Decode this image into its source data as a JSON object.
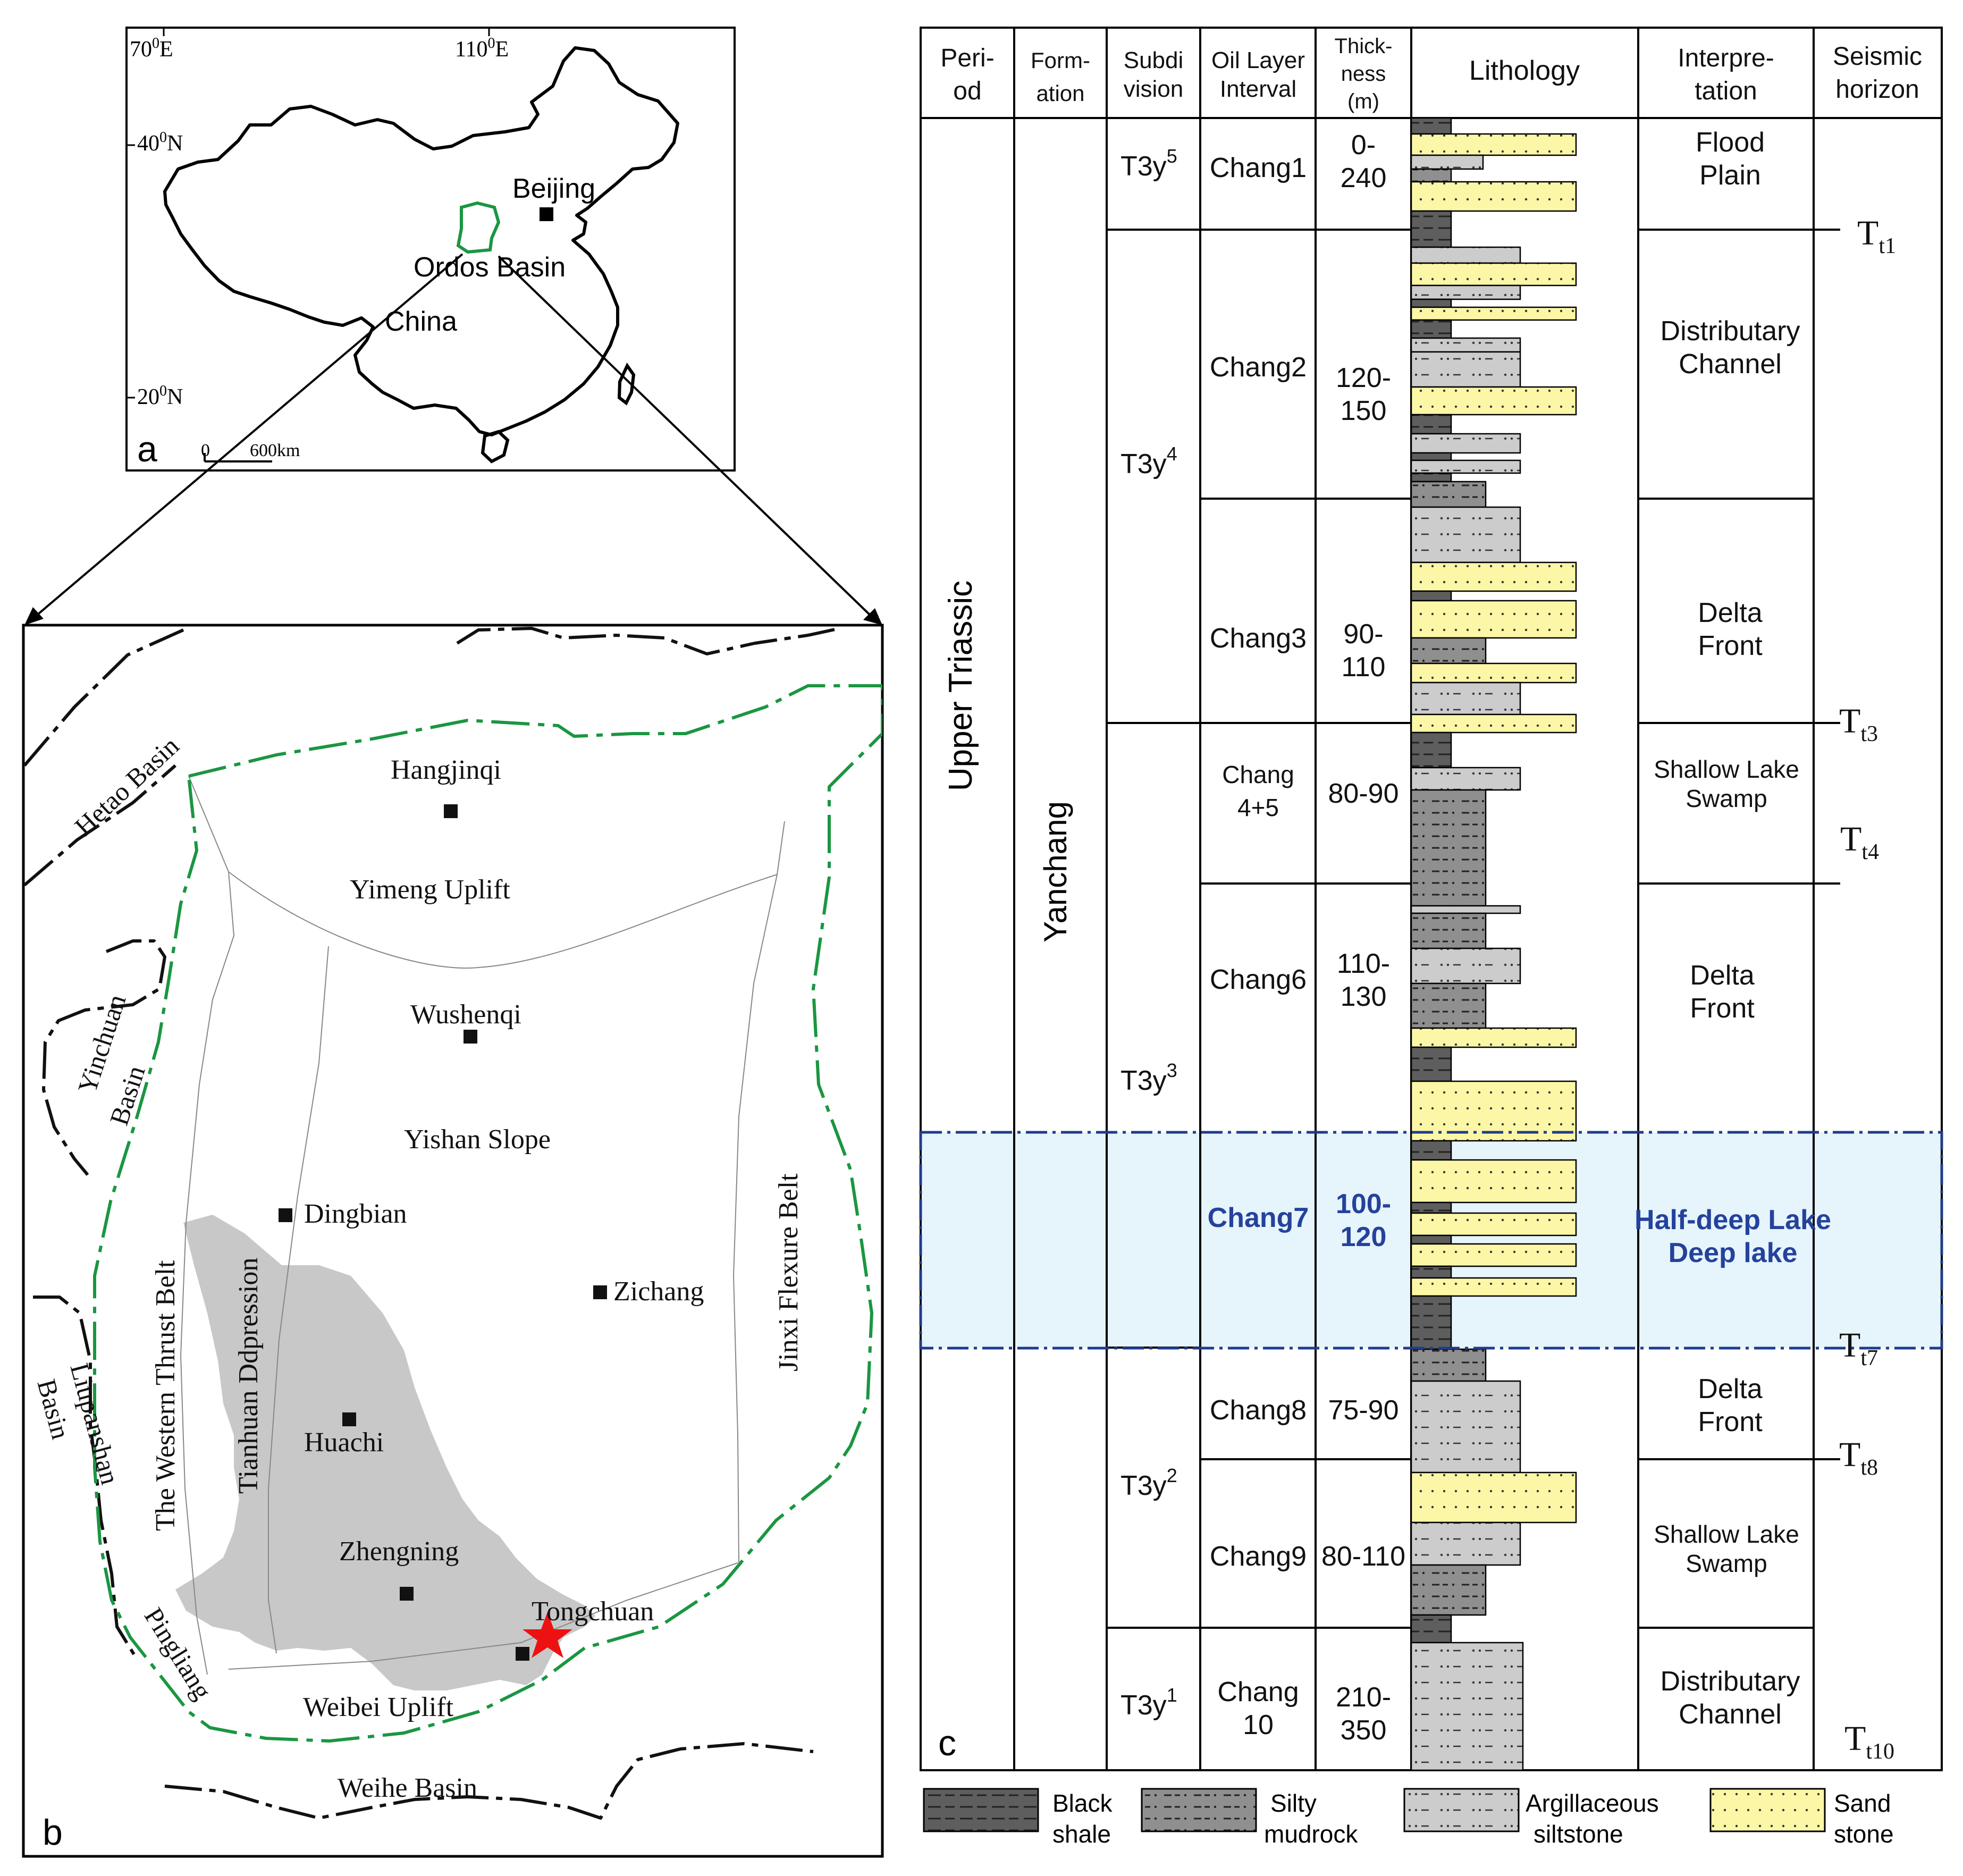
{
  "panel_a": {
    "label": "a",
    "lon1": "70",
    "lon2": "110",
    "lat1": "40",
    "lat2": "20",
    "deg": "0",
    "lon_suffix": "E",
    "lat_suffix": "N",
    "beijing": "Beijing",
    "ordos": "Ordos Basin",
    "china": "China",
    "scale_zero": "0",
    "scale_text": "600km"
  },
  "panel_b": {
    "label": "b",
    "hetao": "Hetao Basin",
    "hangjinqi": "Hangjinqi",
    "yimeng": "Yimeng Uplift",
    "yinchuan_1": "Yinchuan",
    "yinchuan_2": "Basin",
    "wushenqi": "Wushenqi",
    "yishan": "Yishan Slope",
    "dingbian": "Dingbian",
    "zichang": "Zichang",
    "jinxi": "Jinxi Flexure Belt",
    "western_thrust": "The Western Thrust Belt",
    "tianhuan": "Tianhuan Ddpression",
    "liupanshan_1": "Liupanshan",
    "liupanshan_2": "Basin",
    "huachi": "Huachi",
    "zhengning": "Zhengning",
    "tongchuan": "Tongchuan",
    "pingliang": "Pingliang",
    "weibei": "Weibei Uplift",
    "weihe": "Weihe Basin"
  },
  "panel_c": {
    "label": "c",
    "headers": {
      "period_1": "Peri-",
      "period_2": "od",
      "formation_1": "Form-",
      "formation_2": "ation",
      "subdivision_1": "Subdi",
      "subdivision_2": "vision",
      "oil_1": "Oil Layer",
      "oil_2": "Interval",
      "thick_1": "Thick-",
      "thick_2": "ness",
      "thick_3": "(m)",
      "lithology": "Lithology",
      "interp_1": "Interpre-",
      "interp_2": "tation",
      "seismic_1": "Seismic",
      "seismic_2": "horizon"
    },
    "period": "Upper Triassic",
    "formation": "Yanchang",
    "subdivisions": [
      {
        "base": "T3y",
        "sup": "5"
      },
      {
        "base": "T3y",
        "sup": "4"
      },
      {
        "base": "T3y",
        "sup": "3"
      },
      {
        "base": "T3y",
        "sup": "2"
      },
      {
        "base": "T3y",
        "sup": "1"
      }
    ],
    "intervals": [
      {
        "name": "Chang1",
        "thick_1": "0-",
        "thick_2": "240"
      },
      {
        "name": "Chang2",
        "thick_1": "120-",
        "thick_2": "150"
      },
      {
        "name": "Chang3",
        "thick_1": "90-",
        "thick_2": "110"
      },
      {
        "name_1": "Chang",
        "name_2": "4+5",
        "thick": "80-90"
      },
      {
        "name": "Chang6",
        "thick_1": "110-",
        "thick_2": "130"
      },
      {
        "name": "Chang7",
        "thick_1": "100-",
        "thick_2": "120"
      },
      {
        "name": "Chang8",
        "thick": "75-90"
      },
      {
        "name": "Chang9",
        "thick": "80-110"
      },
      {
        "name_1": "Chang",
        "name_2": "10",
        "thick_1": "210-",
        "thick_2": "350"
      }
    ],
    "interpretations": [
      {
        "line_1": "Flood",
        "line_2": "Plain"
      },
      {
        "line_1": "Distributary",
        "line_2": "Channel"
      },
      {
        "line_1": "Delta",
        "line_2": "Front"
      },
      {
        "line_1": "Shallow Lake",
        "line_2": "Swamp"
      },
      {
        "line_1": "Delta",
        "line_2": "Front"
      },
      {
        "line_1": "Half-deep Lake",
        "line_2": "Deep lake"
      },
      {
        "line_1": "Delta",
        "line_2": "Front"
      },
      {
        "line_1": "Shallow Lake",
        "line_2": "Swamp"
      },
      {
        "line_1": "Distributary",
        "line_2": "Channel"
      }
    ],
    "horizons": [
      {
        "T": "T",
        "sub": "t1"
      },
      {
        "T": "T",
        "sub": "t3"
      },
      {
        "T": "T",
        "sub": "t4"
      },
      {
        "T": "T",
        "sub": "t7"
      },
      {
        "T": "T",
        "sub": "t8"
      },
      {
        "T": "T",
        "sub": "t10"
      }
    ],
    "legend": [
      {
        "line_1": "Black",
        "line_2": "shale"
      },
      {
        "line_1": "Silty",
        "line_2": "mudrock"
      },
      {
        "line_1": "Argillaceous",
        "line_2": "siltstone"
      },
      {
        "line_1": "Sand",
        "line_2": "stone"
      }
    ]
  },
  "colors": {
    "basin_outline": "#1a9641",
    "depression_fill": "#c8c8c8",
    "star": "#ee1111",
    "highlight_fill": "#e6f4fb",
    "highlight_border": "#1f3c8c",
    "highlight_text": "#24429c",
    "black_shale": "#5e5e5e",
    "silty_mudrock": "#8f8f8f",
    "argillaceous_siltstone": "#cccccc",
    "sandstone": "#fbf7a6"
  }
}
